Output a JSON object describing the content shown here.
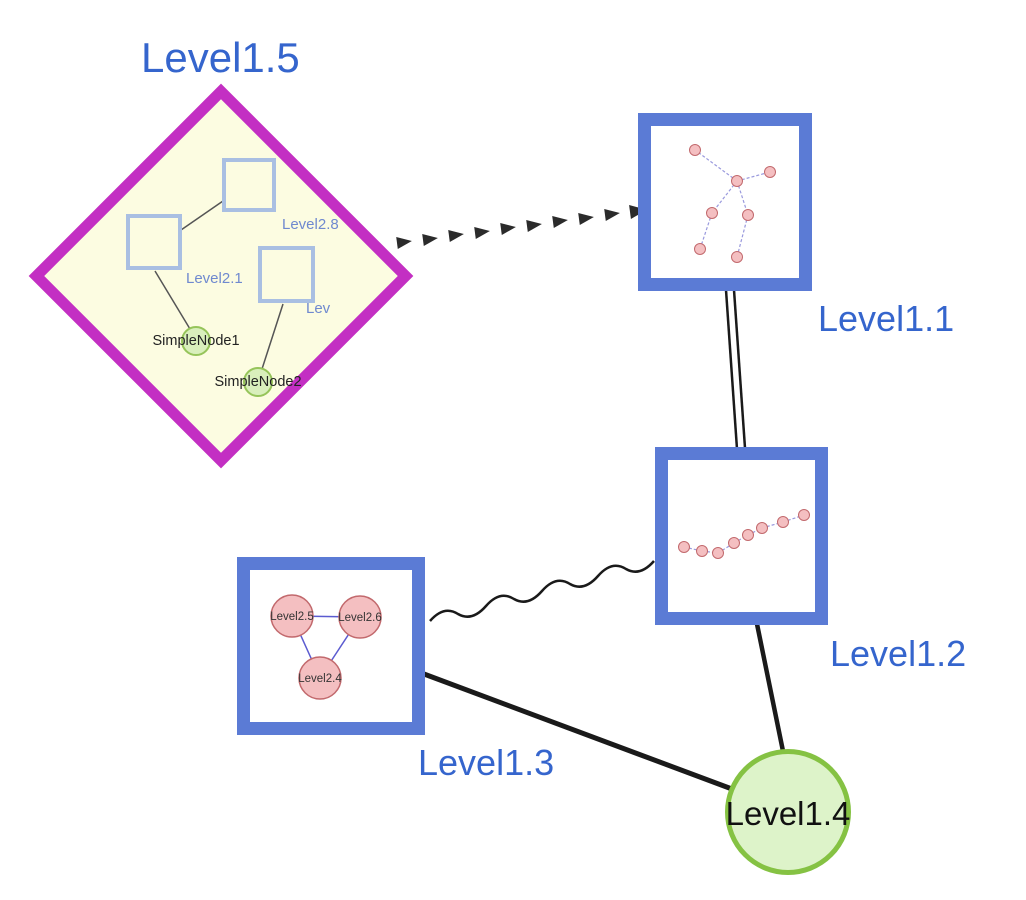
{
  "diagram": {
    "title": "",
    "nodes": {
      "level1_5": {
        "label": "Level1.5",
        "shape": "diamond",
        "children": {
          "level2_8": {
            "label": "Level2.8",
            "shape": "square"
          },
          "level2_1": {
            "label": "Level2.1",
            "shape": "square"
          },
          "lev": {
            "label": "Lev",
            "shape": "square"
          },
          "simple_node1": {
            "label": "SimpleNode1",
            "shape": "circle"
          },
          "simple_node2": {
            "label": "SimpleNode2",
            "shape": "circle"
          }
        }
      },
      "level1_1": {
        "label": "Level1.1",
        "shape": "square"
      },
      "level1_2": {
        "label": "Level1.2",
        "shape": "square"
      },
      "level1_3": {
        "label": "Level1.3",
        "shape": "square",
        "children": {
          "level2_5": {
            "label": "Level2.5",
            "shape": "circle"
          },
          "level2_6": {
            "label": "Level2.6",
            "shape": "circle"
          },
          "level2_4": {
            "label": "Level2.4",
            "shape": "circle"
          }
        }
      },
      "level1_4": {
        "label": "Level1.4",
        "shape": "circle"
      }
    },
    "edges": [
      {
        "from": "Level1.5",
        "to": "Level1.1",
        "style": "dashed-arrow"
      },
      {
        "from": "Level1.1",
        "to": "Level1.2",
        "style": "double-line"
      },
      {
        "from": "Level1.3",
        "to": "Level1.2",
        "style": "wavy"
      },
      {
        "from": "Level1.3",
        "to": "Level1.4",
        "style": "solid"
      },
      {
        "from": "Level1.2",
        "to": "Level1.4",
        "style": "solid"
      }
    ],
    "colors": {
      "label_blue": "#3565cd",
      "sub_label_blue": "#6f89cf",
      "node_border_blue": "#5b7bd5",
      "diamond_border_magenta": "#c32fc3",
      "diamond_fill": "#fcfce1",
      "green_fill": "#ddf3c9",
      "green_border": "#85c243",
      "pink_fill": "#f4bfc1",
      "pink_border": "#c2696d",
      "edge_black": "#2b2b2b"
    }
  }
}
